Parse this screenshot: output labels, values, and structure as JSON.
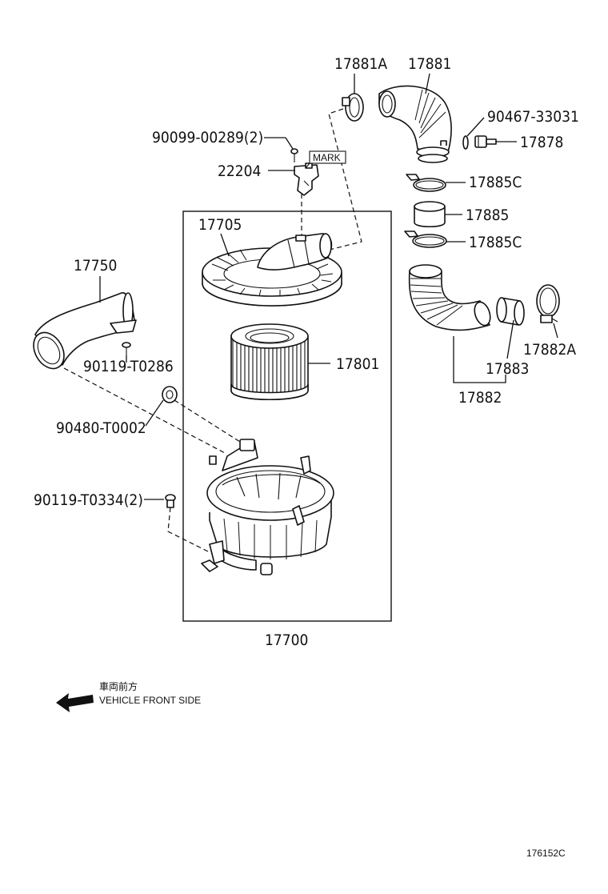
{
  "diagram": {
    "assembly_box_label": "17700",
    "reference_code": "176152C",
    "mark_tag": "MARK",
    "direction_note": {
      "japanese": "車両前方",
      "english": "VEHICLE FRONT SIDE",
      "icon": "arrow-left-icon"
    },
    "parts": [
      {
        "id": "17881A",
        "label": "17881A"
      },
      {
        "id": "17881",
        "label": "17881"
      },
      {
        "id": "90467-33031",
        "label": "90467-33031"
      },
      {
        "id": "17878",
        "label": "17878"
      },
      {
        "id": "90099-00289",
        "label": "90099-00289(2)"
      },
      {
        "id": "22204",
        "label": "22204"
      },
      {
        "id": "17885C-upper",
        "label": "17885C"
      },
      {
        "id": "17885",
        "label": "17885"
      },
      {
        "id": "17885C-lower",
        "label": "17885C"
      },
      {
        "id": "17705",
        "label": "17705"
      },
      {
        "id": "17750",
        "label": "17750"
      },
      {
        "id": "17801",
        "label": "17801"
      },
      {
        "id": "90119-T0286",
        "label": "90119-T0286"
      },
      {
        "id": "17882A",
        "label": "17882A"
      },
      {
        "id": "17883",
        "label": "17883"
      },
      {
        "id": "17882",
        "label": "17882"
      },
      {
        "id": "90480-T0002",
        "label": "90480-T0002"
      },
      {
        "id": "90119-T0334",
        "label": "90119-T0334(2)"
      }
    ]
  }
}
